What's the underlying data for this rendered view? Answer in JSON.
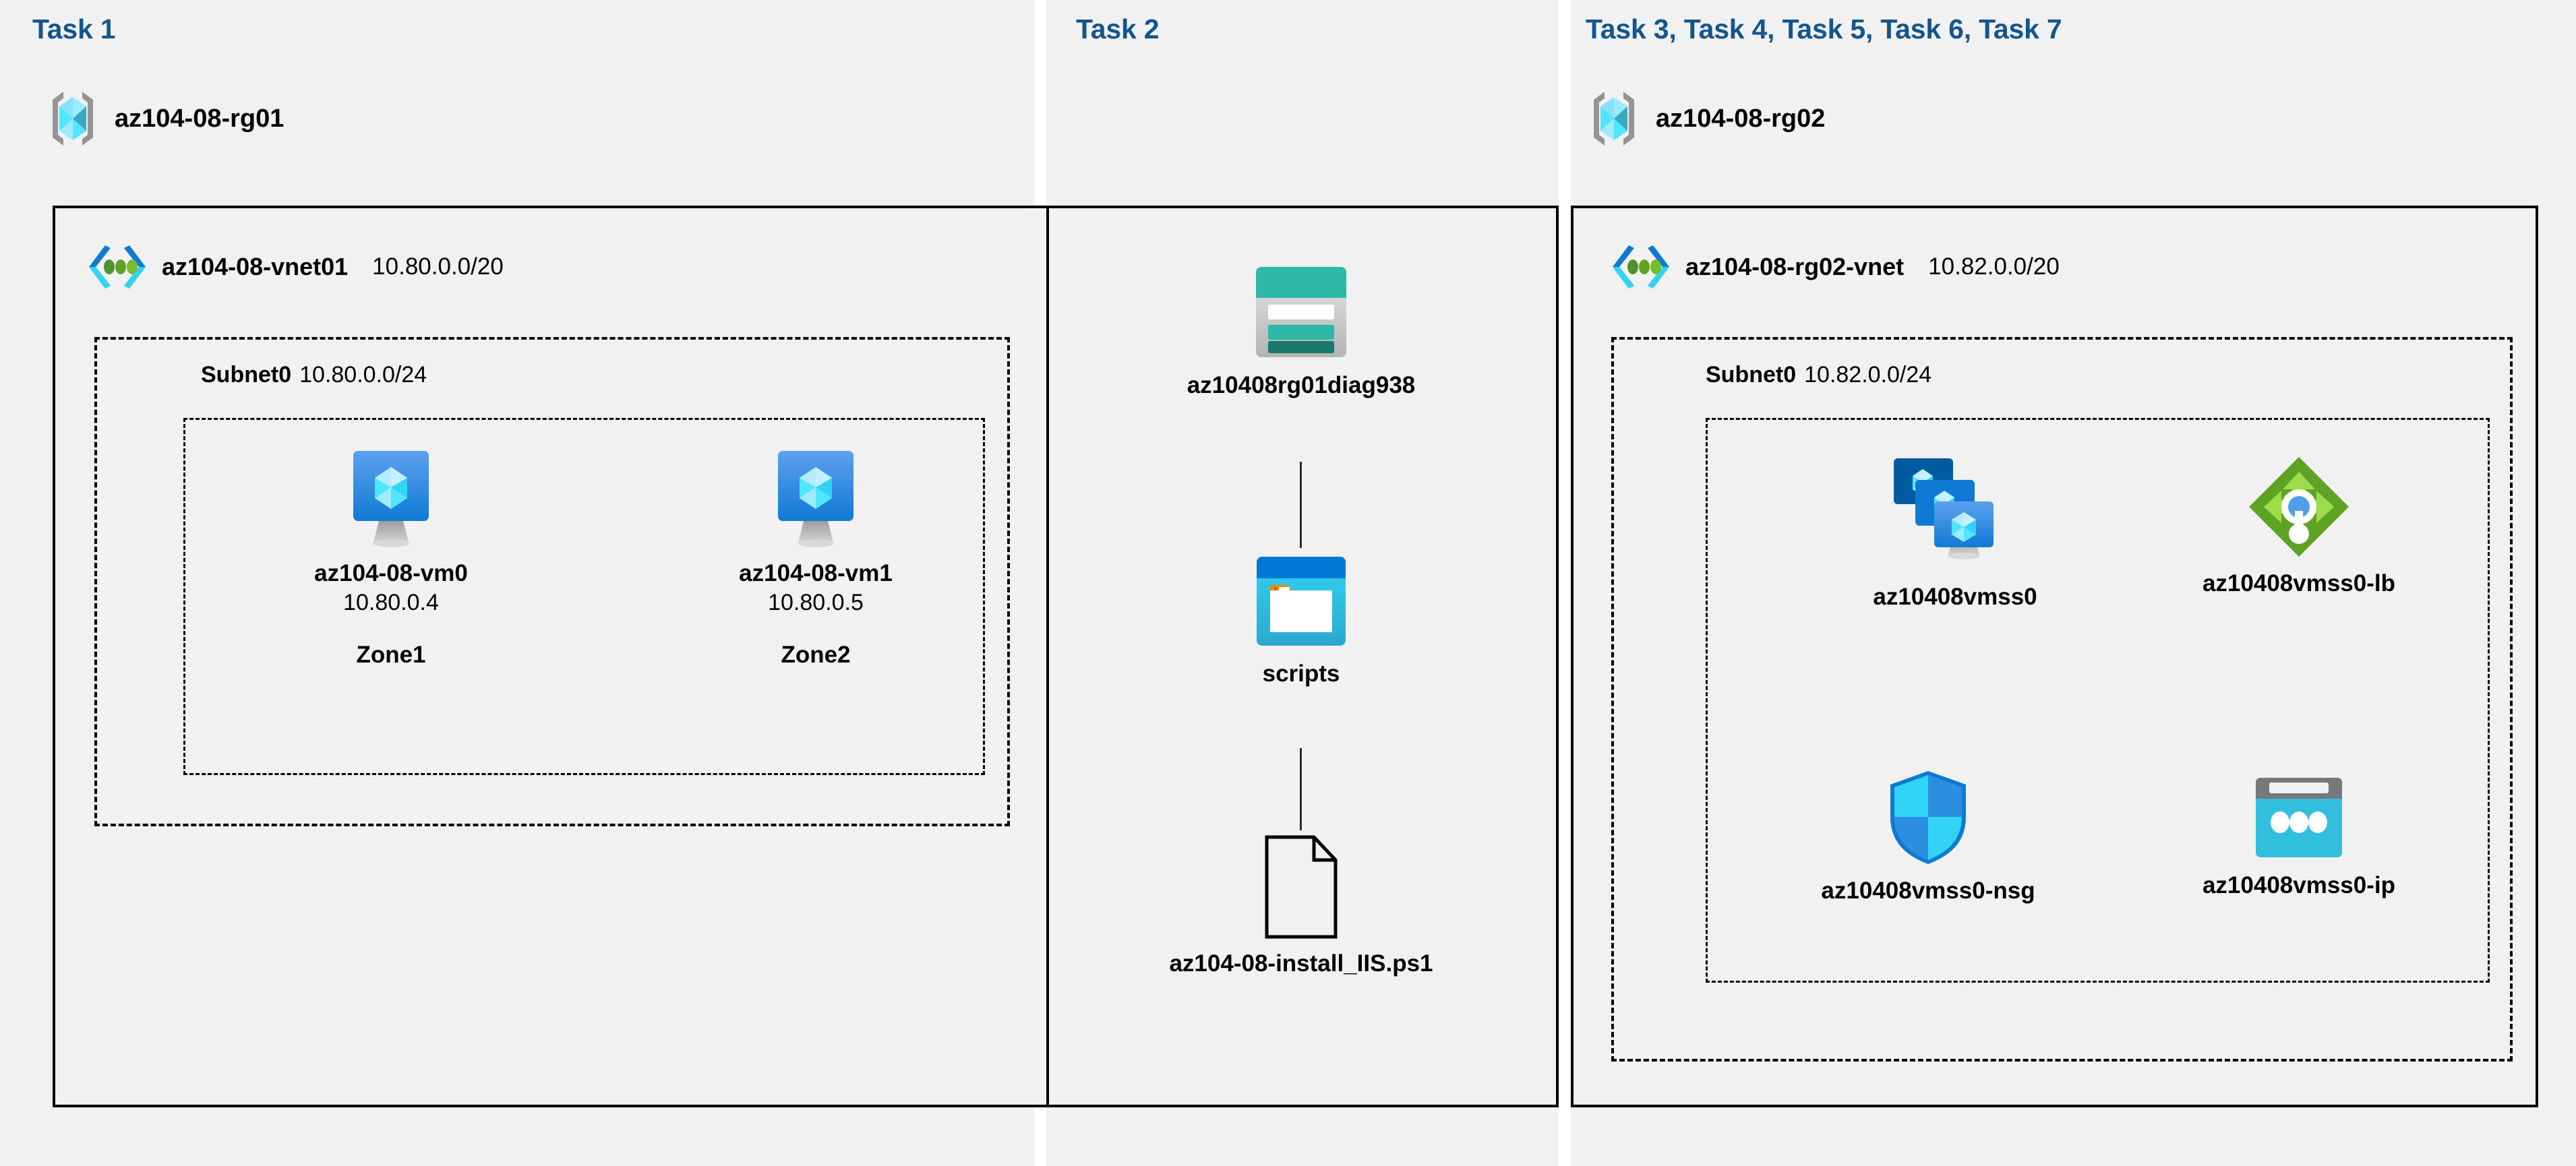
{
  "theme": {
    "panel_bg": "#f1f1f1",
    "page_bg": "#ffffff",
    "task_title_color": "#13558c",
    "border_color": "#000000",
    "vnet_icon_blue": "#0f7ad4",
    "vnet_icon_cyan": "#32d4f5",
    "vnet_icon_green": "#4f922c",
    "storage_teal": "#2eb8a6",
    "storage_teal_dark": "#17786e",
    "container_blue_top": "#0078d4",
    "container_cyan": "#32bedd",
    "container_orange": "#f08705",
    "lb_green": "#5ea324",
    "lb_green_light": "#9ddd4b",
    "lb_dot_blue": "#4ea0e8",
    "nsg_cyan": "#32d4f5",
    "nsg_blue": "#2b8fe0",
    "pip_grey": "#76797c",
    "pip_cyan": "#32bedd",
    "rg_bracket_grey": "#949494",
    "rg_cube_cyan": "#32d4f5"
  },
  "panels": [
    {
      "id": "task1",
      "title": "Task 1"
    },
    {
      "id": "task2",
      "title": "Task 2"
    },
    {
      "id": "task3",
      "title": "Task 3, Task 4, Task 5, Task 6, Task 7"
    }
  ],
  "resource_groups": [
    {
      "id": "rg01",
      "name": "az104-08-rg01",
      "icon": "resource-group-icon"
    },
    {
      "id": "rg02",
      "name": "az104-08-rg02",
      "icon": "resource-group-icon"
    }
  ],
  "vnets": [
    {
      "id": "vnet01",
      "name": "az104-08-vnet01",
      "cidr": "10.80.0.0/20",
      "icon": "virtual-network-icon"
    },
    {
      "id": "rg02vnet",
      "name": "az104-08-rg02-vnet",
      "cidr": "10.82.0.0/20",
      "icon": "virtual-network-icon"
    }
  ],
  "subnets": [
    {
      "id": "subnet0-vnet01",
      "name": "Subnet0",
      "cidr": "10.80.0.0/24"
    },
    {
      "id": "subnet0-rg02vnet",
      "name": "Subnet0",
      "cidr": "10.82.0.0/24"
    }
  ],
  "task1_resources": [
    {
      "id": "vm0",
      "name": "az104-08-vm0",
      "ip": "10.80.0.4",
      "zone": "Zone1",
      "icon": "virtual-machine-icon"
    },
    {
      "id": "vm1",
      "name": "az104-08-vm1",
      "ip": "10.80.0.5",
      "zone": "Zone2",
      "icon": "virtual-machine-icon"
    }
  ],
  "task2_resources": [
    {
      "id": "storage",
      "name": "az10408rg01diag938",
      "icon": "storage-account-icon"
    },
    {
      "id": "container",
      "name": "scripts",
      "icon": "blob-container-icon"
    },
    {
      "id": "script-file",
      "name": "az104-08-install_IIS.ps1",
      "icon": "file-icon"
    }
  ],
  "task3_resources": [
    {
      "id": "vmss",
      "name": "az10408vmss0",
      "icon": "vm-scale-set-icon"
    },
    {
      "id": "lb",
      "name": "az10408vmss0-lb",
      "icon": "load-balancer-icon"
    },
    {
      "id": "nsg",
      "name": "az10408vmss0-nsg",
      "icon": "network-security-group-icon"
    },
    {
      "id": "pip",
      "name": "az10408vmss0-ip",
      "icon": "public-ip-address-icon"
    }
  ]
}
